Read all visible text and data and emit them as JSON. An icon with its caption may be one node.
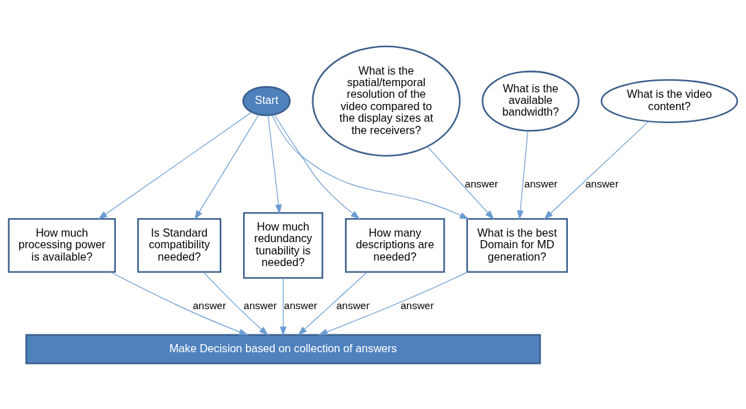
{
  "diagram": {
    "nodes": [
      {
        "text": [
          "Start"
        ]
      },
      {
        "text": [
          "How much processing power is available?"
        ]
      },
      {
        "text": [
          "Is Standard compatibility needed?"
        ]
      },
      {
        "text": [
          "How much redundancy tunability is needed?"
        ]
      },
      {
        "text": [
          "How many descriptions are needed?"
        ]
      },
      {
        "text": [
          "What is the best Domain for MD generation?"
        ]
      },
      {
        "text": [
          "What is the spatial/temporal resolution of the video compared to the display sizes at the receivers?"
        ]
      },
      {
        "text": [
          "What is the available bandwidth?"
        ]
      },
      {
        "text": [
          "What is the video content?"
        ]
      },
      {
        "text": [
          "Make Decision based on collection of answers"
        ]
      }
    ],
    "edges": [
      {
        "from": 0,
        "to": 1,
        "arrow": "to"
      },
      {
        "from": 0,
        "to": 2,
        "arrow": "to"
      },
      {
        "from": 0,
        "to": 3,
        "arrow": "to"
      },
      {
        "from": 0,
        "to": 4,
        "arrow": "to"
      },
      {
        "from": 0,
        "to": 5,
        "arrow": "to"
      },
      {
        "from": 1,
        "to": 9,
        "arrow": "to",
        "label": "answer"
      },
      {
        "from": 2,
        "to": 9,
        "arrow": "to",
        "label": "answer"
      },
      {
        "from": 3,
        "to": 9,
        "arrow": "to",
        "label": "answer"
      },
      {
        "from": 4,
        "to": 9,
        "arrow": "to",
        "label": "answer"
      },
      {
        "from": 5,
        "to": 9,
        "arrow": "to",
        "label": "answer"
      },
      {
        "from": 6,
        "to": 5,
        "arrow": "to",
        "label": "answer"
      },
      {
        "from": 7,
        "to": 5,
        "arrow": "to",
        "label": "answer"
      },
      {
        "from": 8,
        "to": 5,
        "arrow": "to",
        "label": "answer"
      }
    ]
  }
}
